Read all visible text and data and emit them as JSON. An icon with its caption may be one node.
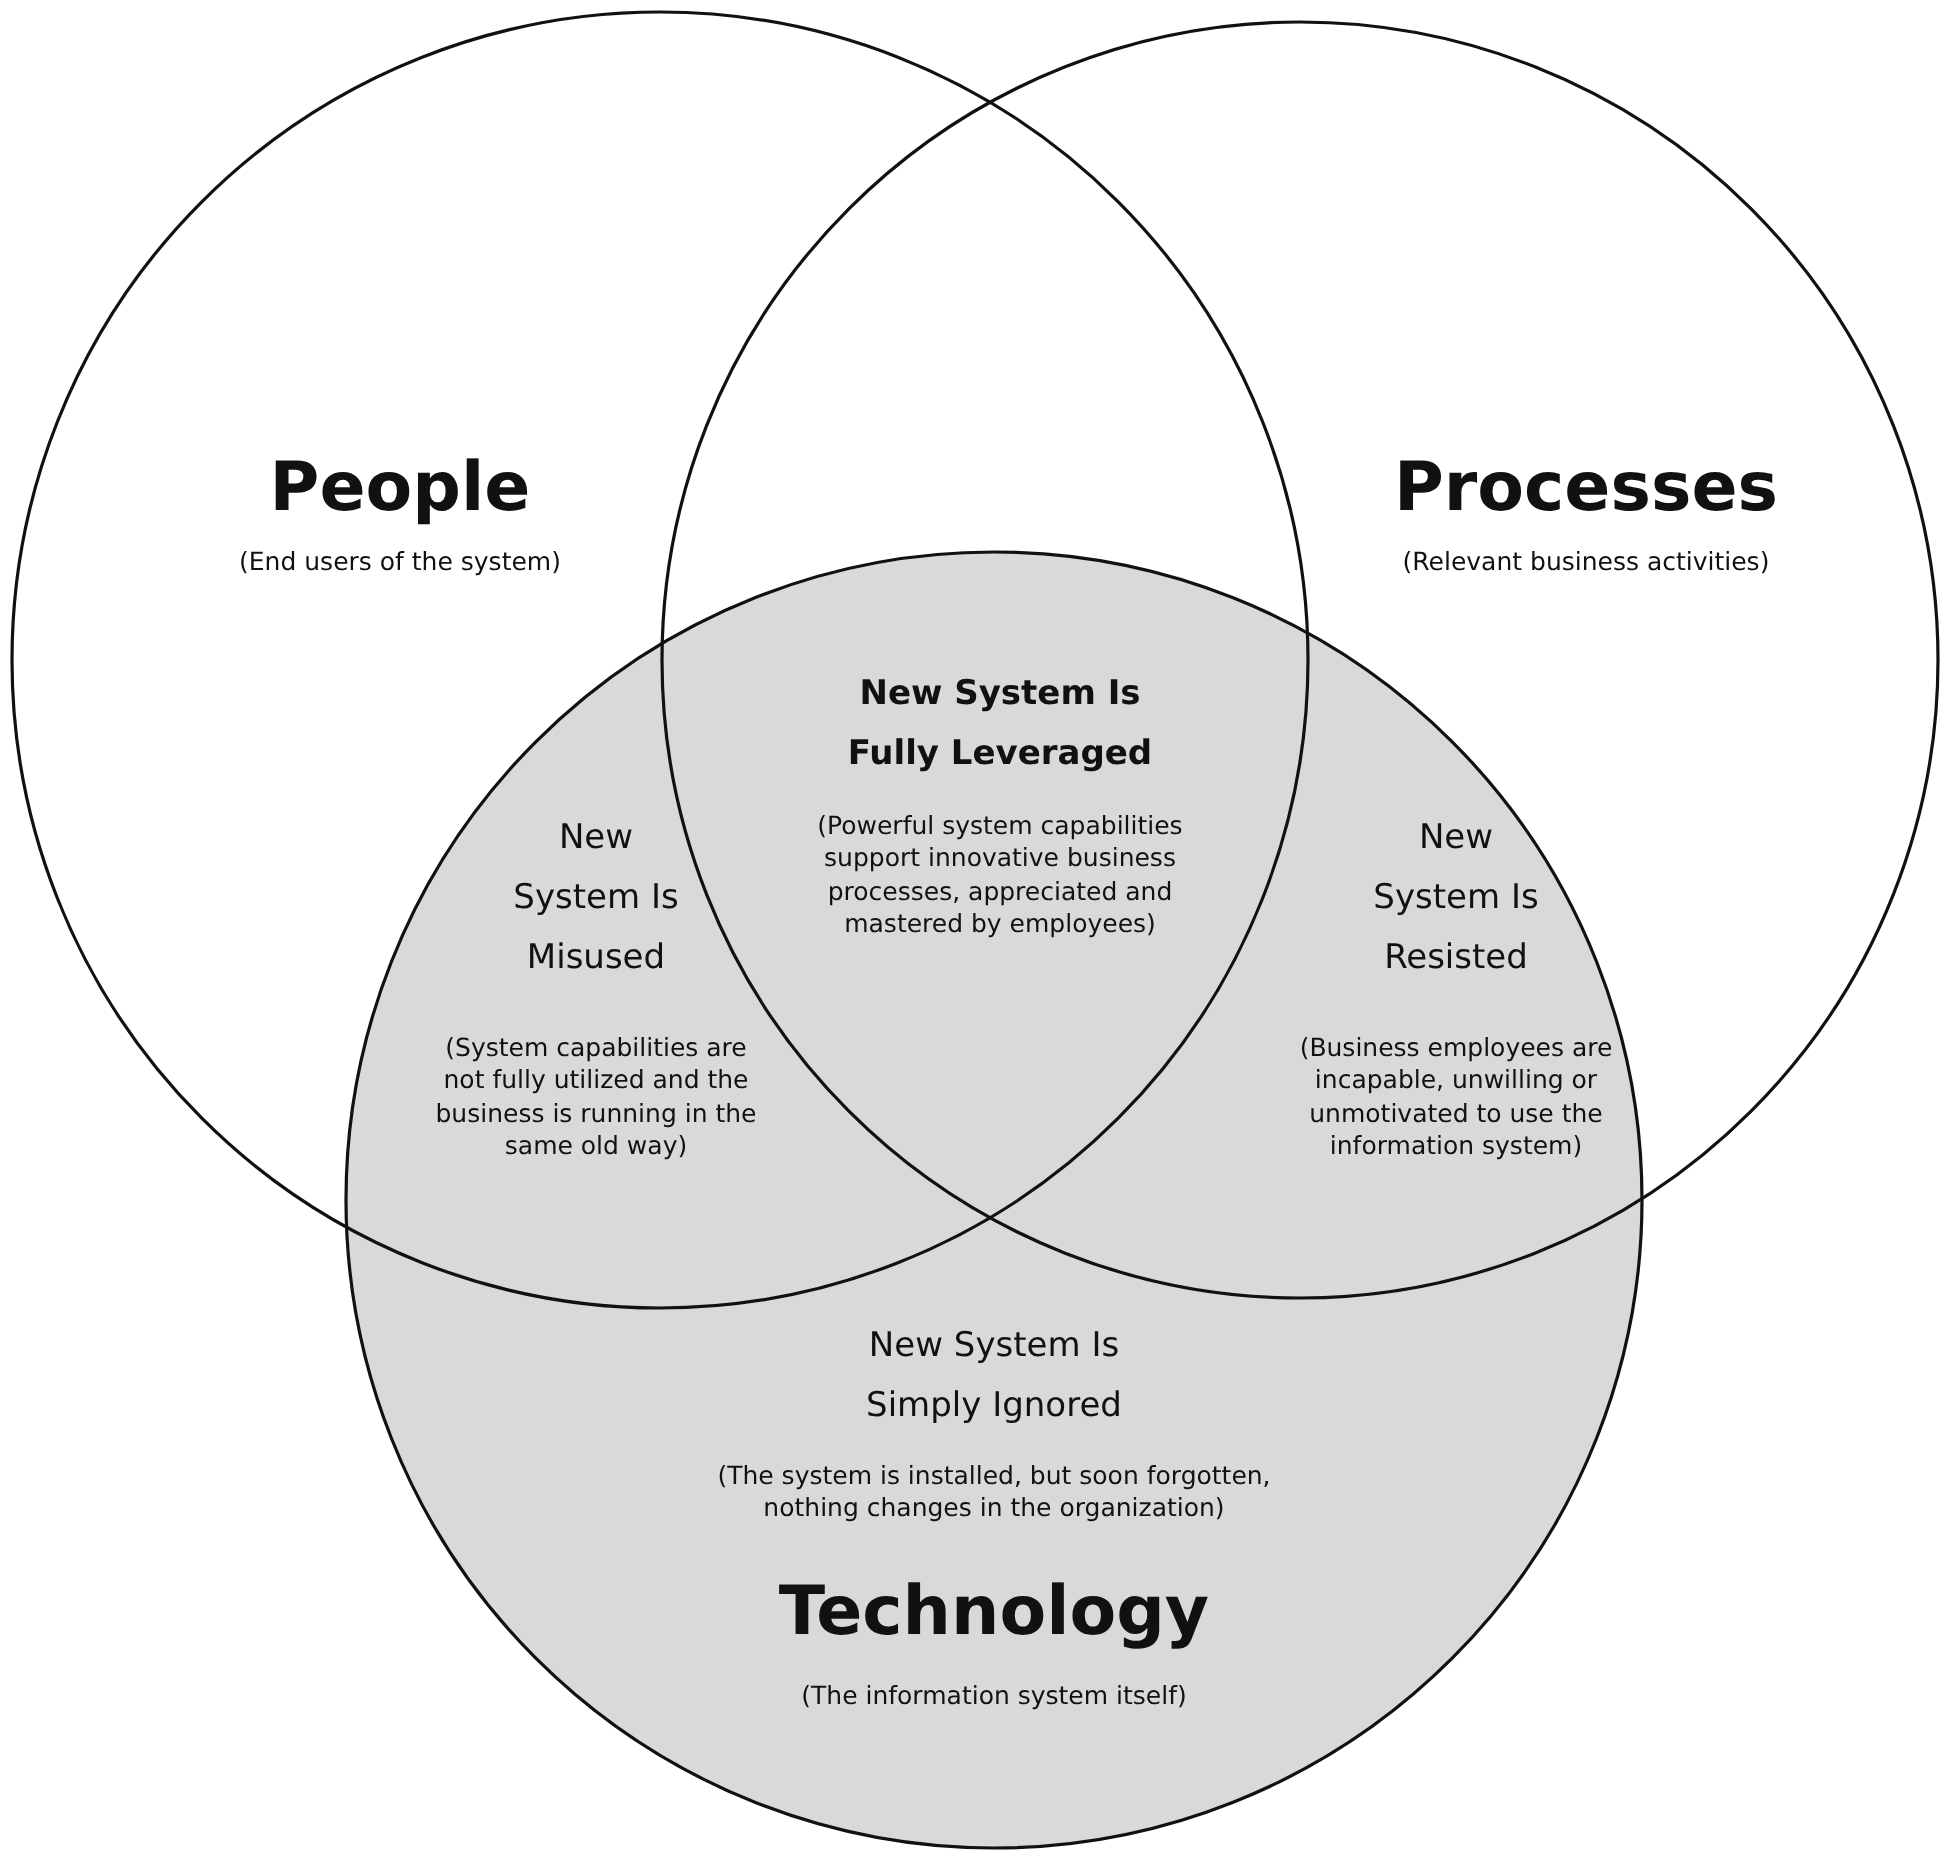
{
  "diagram": {
    "nodes": [
      {
        "text": [
          "People",
          "(End users of the system)"
        ]
      },
      {
        "text": [
          "Processes",
          "(Relevant business activities)"
        ]
      },
      {
        "text": [
          "Technology",
          "(The information system itself)"
        ]
      }
    ],
    "edges": [],
    "labels": [
      "New System Is Fully Leveraged",
      "(Powerful system capabilities support innovative business processes, appreciated and mastered by employees)",
      "New System Is Misused",
      "New System Is Resisted",
      "(System capabilities are not fully utilized and the business is running in the same old way)",
      "(Business employees are incapable, unwilling or unmotivated to use the information system)",
      "New System Is Simply Ignored",
      "(The system is installed, but soon forgotten, nothing changes in the organization)"
    ]
  }
}
